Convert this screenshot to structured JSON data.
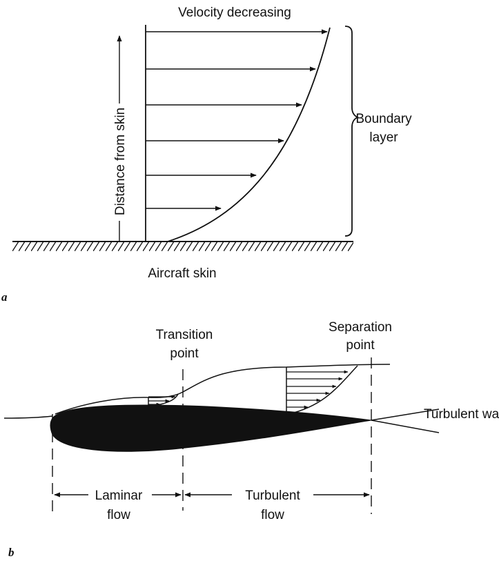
{
  "figure_a": {
    "velocity_label": "Velocity decreasing",
    "distance_label": "Distance from skin",
    "boundary_label_line1": "Boundary",
    "boundary_label_line2": "layer",
    "skin_label": "Aircraft skin",
    "panel_letter": "a"
  },
  "figure_b": {
    "transition_line1": "Transition",
    "transition_line2": "point",
    "separation_line1": "Separation",
    "separation_line2": "point",
    "wake_label": "Turbulent wake",
    "laminar_line1": "Laminar",
    "laminar_line2": "flow",
    "turbulent_line1": "Turbulent",
    "turbulent_line2": "flow",
    "panel_letter": "b"
  }
}
